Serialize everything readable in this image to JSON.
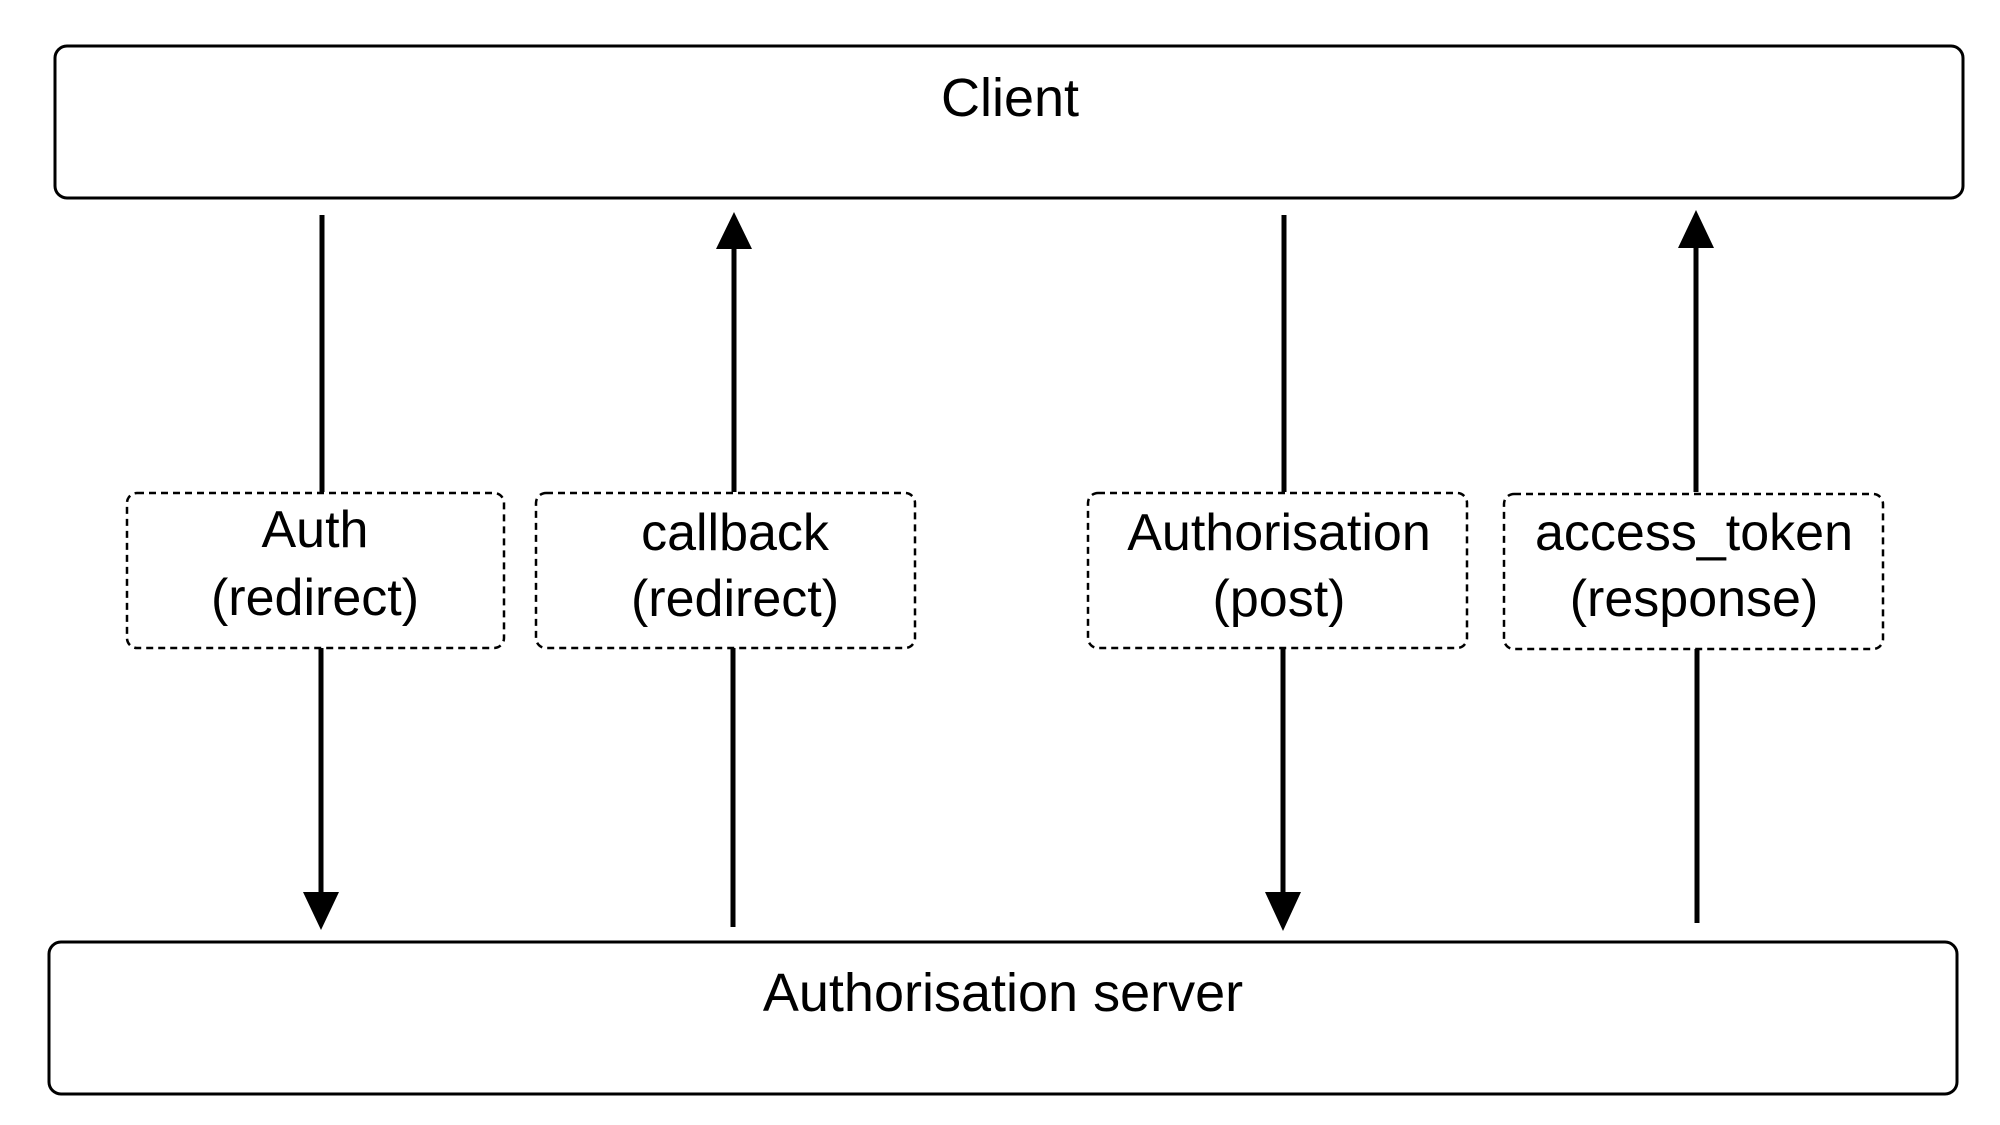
{
  "colors": {
    "stroke": "#000000",
    "background": "#ffffff",
    "text": "#000000"
  },
  "nodes": {
    "client": {
      "label": "Client"
    },
    "server": {
      "label": "Authorisation server"
    }
  },
  "flows": [
    {
      "id": "auth",
      "direction": "down",
      "line1": "Auth",
      "line2": "(redirect)"
    },
    {
      "id": "callback",
      "direction": "up",
      "line1": "callback",
      "line2": "(redirect)"
    },
    {
      "id": "authorisation",
      "direction": "down",
      "line1": "Authorisation",
      "line2": "(post)"
    },
    {
      "id": "access-token",
      "direction": "up",
      "line1": "access_token",
      "line2": "(response)"
    }
  ]
}
